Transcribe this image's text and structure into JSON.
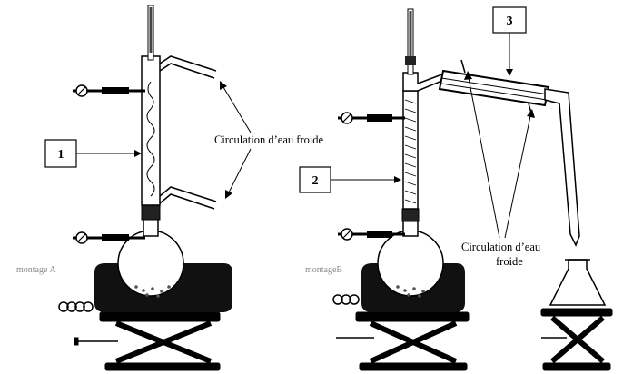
{
  "labels": {
    "box1": "1",
    "box2": "2",
    "box3": "3",
    "montage_a": "montage A",
    "montage_b": "montageB",
    "water_a": "Circulation d’eau froide",
    "water_b_line1": "Circulation d’eau",
    "water_b_line2": "froide"
  }
}
